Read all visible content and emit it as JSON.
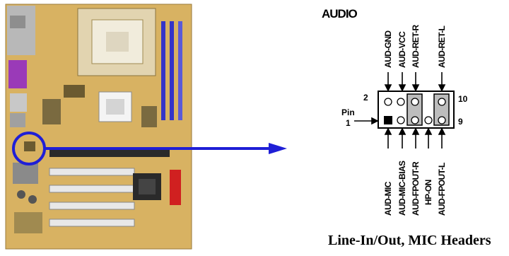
{
  "header": {
    "title": "AUDIO"
  },
  "pins_top": [
    "AUD-GND",
    "AUD-VCC",
    "AUD-RET-R",
    "AUD-RET-L"
  ],
  "pins_bottom": [
    "AUD-MIC",
    "AUD-MIC-BIAS",
    "AUD-FPOUT-R",
    "HP-ON",
    "AUD-FPOUT-L"
  ],
  "pin_numbers": {
    "top_left": "2",
    "top_right": "10",
    "bottom_left": "1",
    "bottom_right": "9",
    "pin_label": "Pin"
  },
  "caption": "Line-In/Out, MIC Headers",
  "colors": {
    "highlight": "#1f1fd6",
    "board": "#c9a24a",
    "slot": "#3a3ad0"
  }
}
